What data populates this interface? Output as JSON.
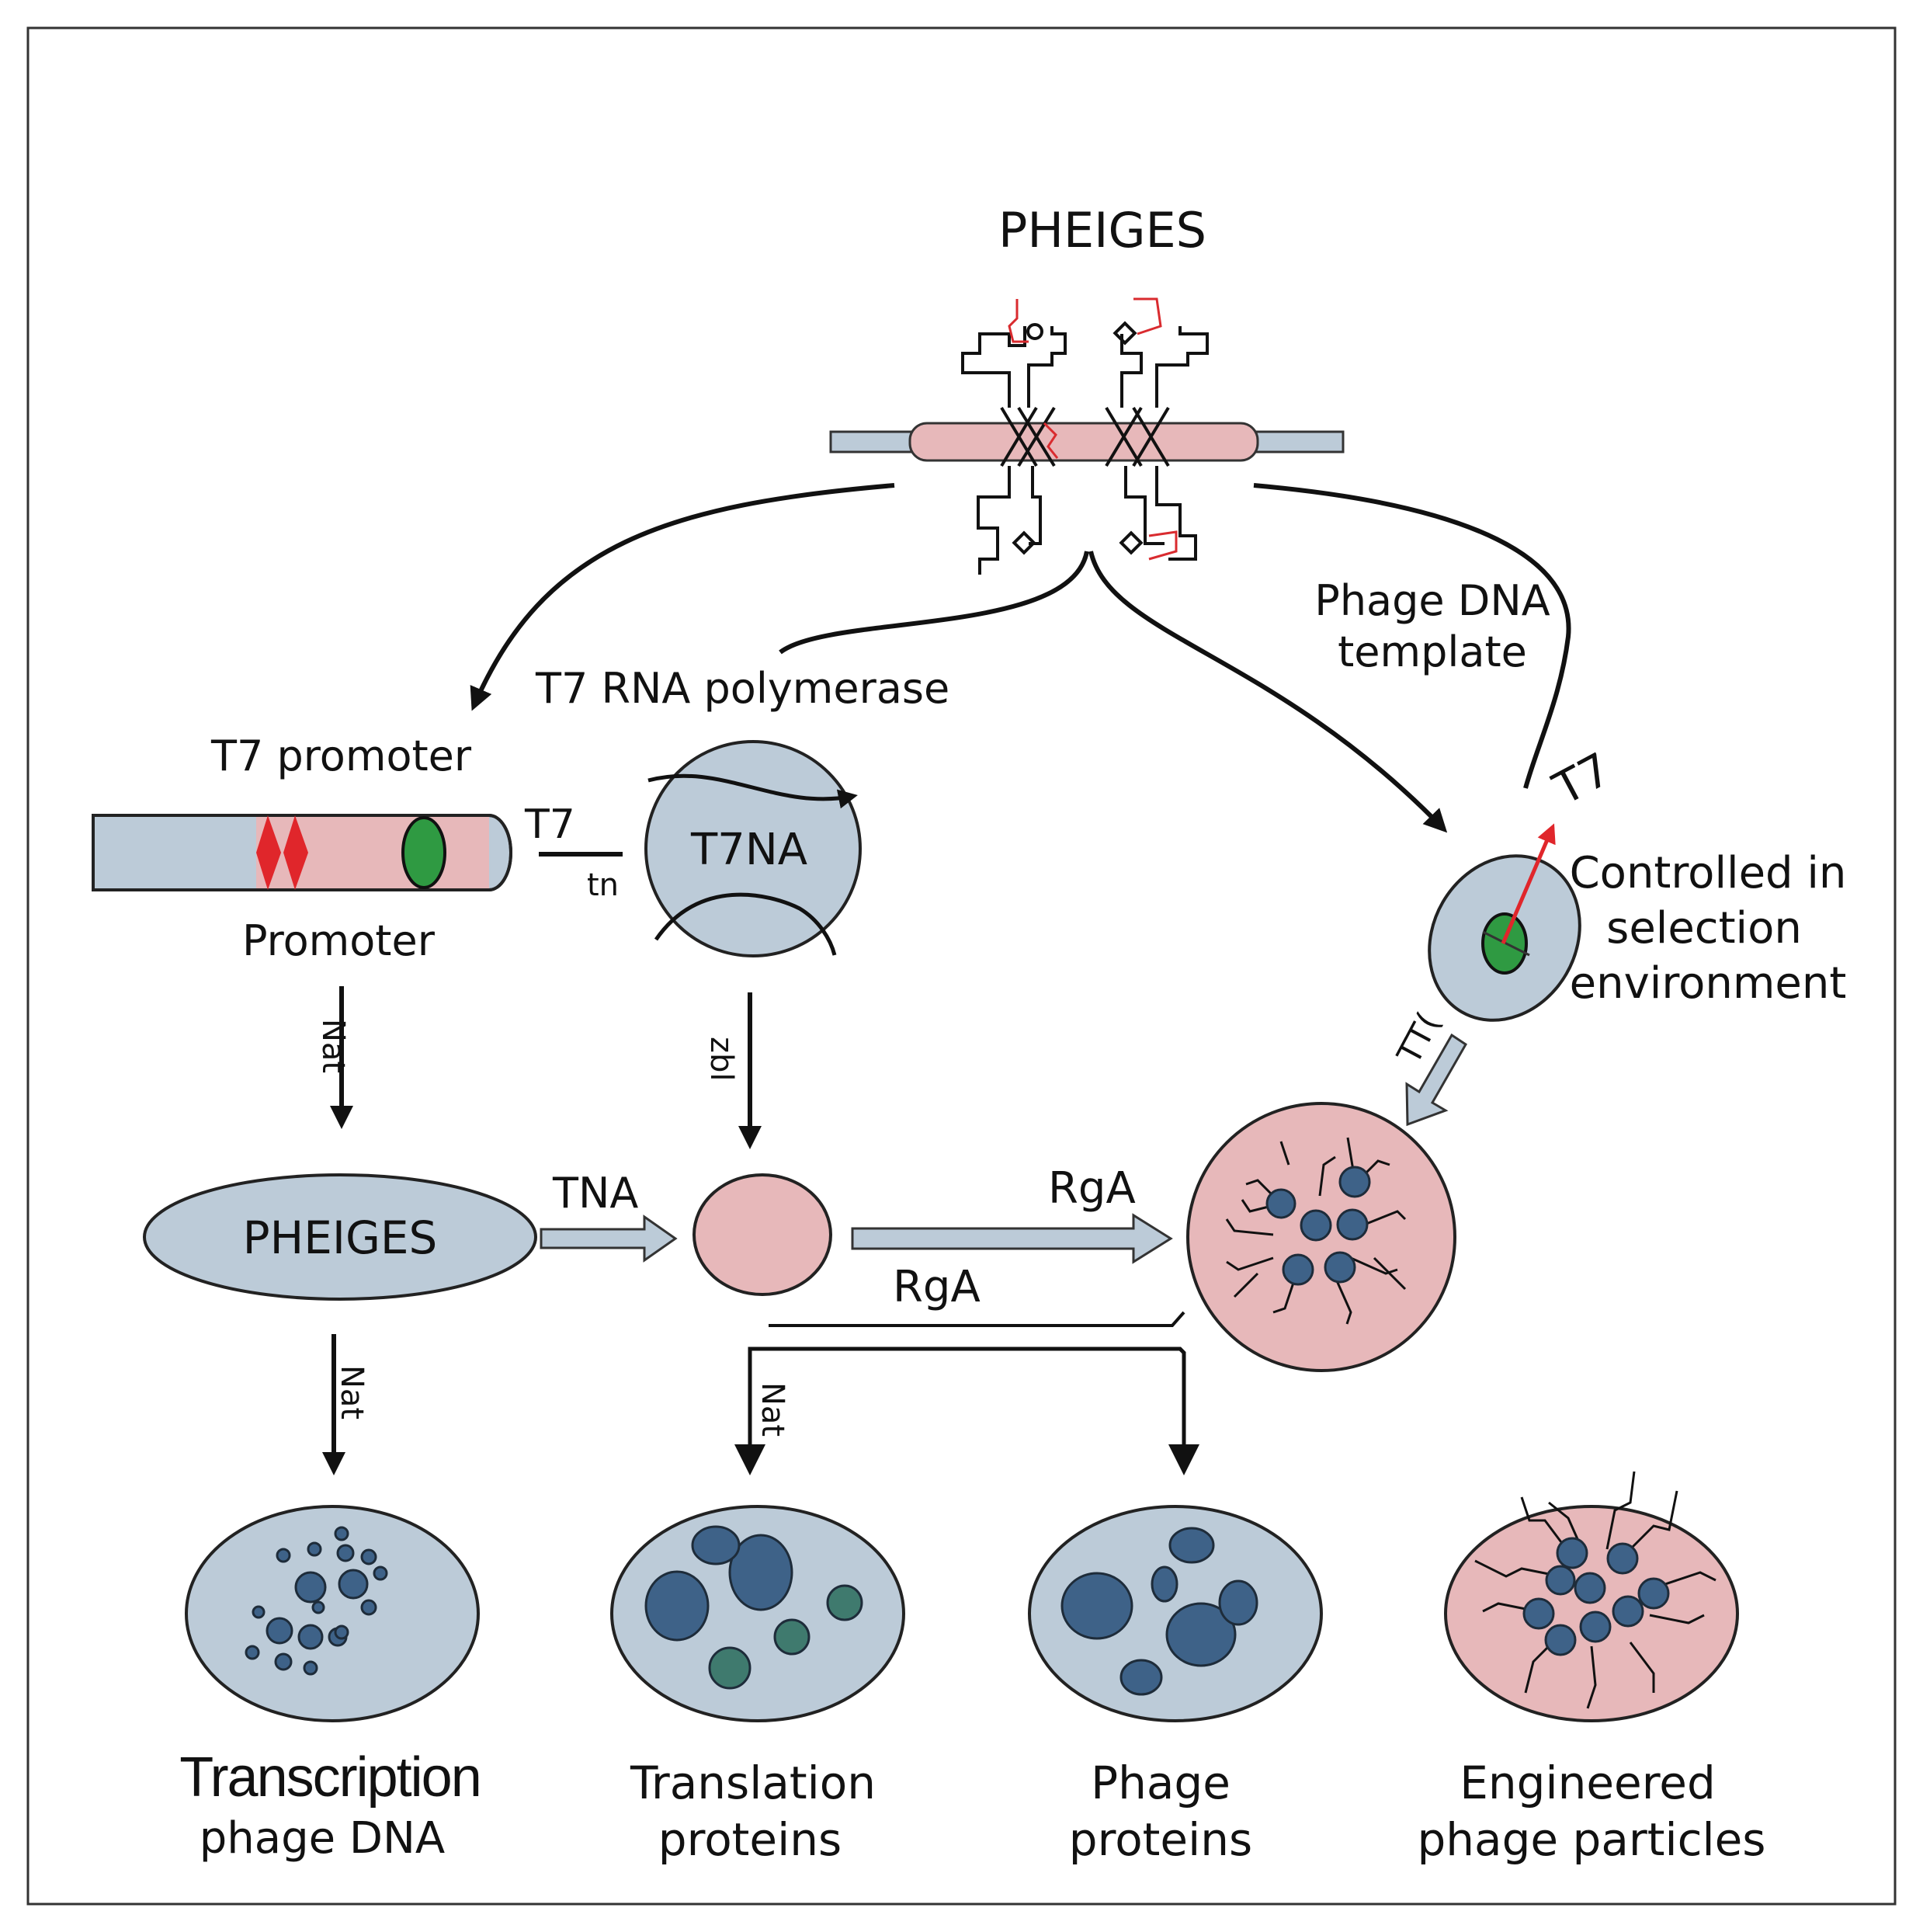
{
  "diagram": {
    "title": "PHEIGES",
    "labels": {
      "t7_rna_polymerase": "T7 RNA polymerase",
      "t7_promoter": "T7 promoter",
      "promoter": "Promoter",
      "t7_short": "T7",
      "tn": "tn",
      "t7na": "T7NA",
      "phage_dna_template": [
        "Phage DNA",
        "template"
      ],
      "t7_right": "T7",
      "controlled": [
        "Controlled in",
        "selection",
        "environment"
      ],
      "ttt": "TT(",
      "nat_1": "Nat",
      "zbl": "zbl",
      "pheiges_node": "PHEIGES",
      "tna": "TNA",
      "rga_top": "RgA",
      "rga_bottom": "RgA",
      "nat_2": "Nat",
      "nat_3": "Nat"
    },
    "captions": [
      {
        "line1": "Transcription",
        "line2": "phage DNA"
      },
      {
        "line1": "Translation",
        "line2": "proteins"
      },
      {
        "line1": "Phage",
        "line2": "proteins"
      },
      {
        "line1": "Engineered",
        "line2": "phage particles"
      }
    ],
    "colors": {
      "blue_fill": "#bccbd8",
      "pink_fill": "#e7b8ba",
      "dark_blue": "#3e6288",
      "teal": "#3f7a6e",
      "green": "#2f9a42",
      "red": "#e0262b",
      "stroke": "#111111"
    }
  }
}
